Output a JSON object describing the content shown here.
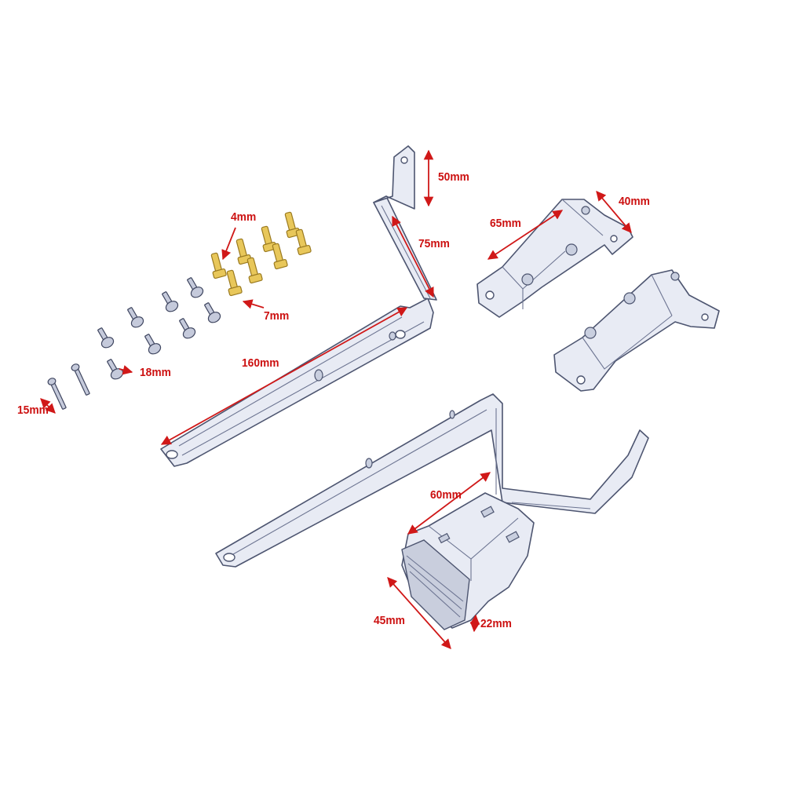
{
  "labels": {
    "dim_50": "50mm",
    "dim_75": "75mm",
    "dim_160": "160mm",
    "dim_65": "65mm",
    "dim_40": "40mm",
    "dim_4": "4mm",
    "dim_7": "7mm",
    "dim_18": "18mm",
    "dim_15": "15mm",
    "dim_60": "60mm",
    "dim_45": "45mm",
    "dim_22": "22mm"
  },
  "colors": {
    "dimension": "#cc1010",
    "metal_stroke": "#4d5570",
    "metal_fill": "#e8ebf4",
    "brass": "#e8c75a"
  }
}
